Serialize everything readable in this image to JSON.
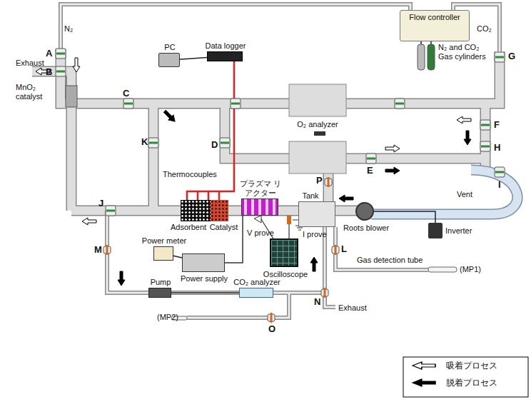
{
  "diagram": {
    "nodes": [
      {
        "text": [
          "Flow controller"
        ]
      },
      {
        "text": [
          "PC"
        ]
      },
      {
        "text": [
          "Data logger"
        ]
      },
      {
        "text": [
          "Adsorbent"
        ]
      },
      {
        "text": [
          "Catalyst"
        ]
      },
      {
        "text": [
          "プラズマ リアクター"
        ]
      },
      {
        "text": [
          "Tank"
        ]
      },
      {
        "text": [
          "Roots blower"
        ]
      },
      {
        "text": [
          "Inverter"
        ]
      },
      {
        "text": [
          "Power meter"
        ]
      },
      {
        "text": [
          "Power supply"
        ]
      },
      {
        "text": [
          "Oscilloscope"
        ]
      },
      {
        "text": [
          "Pump"
        ]
      },
      {
        "text": [
          "CO₂ analyzer"
        ]
      }
    ],
    "edges": [
      {
        "from": 1,
        "to": 2,
        "arrow": "none"
      },
      {
        "from": 9,
        "to": 10,
        "arrow": "none"
      },
      {
        "from": 12,
        "to": 13,
        "arrow": "none"
      },
      {
        "from": 7,
        "to": 8,
        "arrow": "none"
      }
    ],
    "labels": [
      "N₂",
      "CO₂",
      "N₂ and CO₂ Gas cylinders",
      "O₂ analyzer",
      "Thermocouples",
      "Exhaust",
      "MnO₂ catalyst",
      "Vent",
      "V prove",
      "I prove",
      "Gas detection tube",
      "(MP1)",
      "(MP2)",
      "Exhaust",
      "A",
      "B",
      "C",
      "D",
      "E",
      "F",
      "G",
      "H",
      "I",
      "J",
      "K",
      "L",
      "M",
      "N",
      "O",
      "P"
    ],
    "legend": [
      {
        "text": "吸着プロセス"
      },
      {
        "text": "脱着プロセス"
      }
    ]
  }
}
